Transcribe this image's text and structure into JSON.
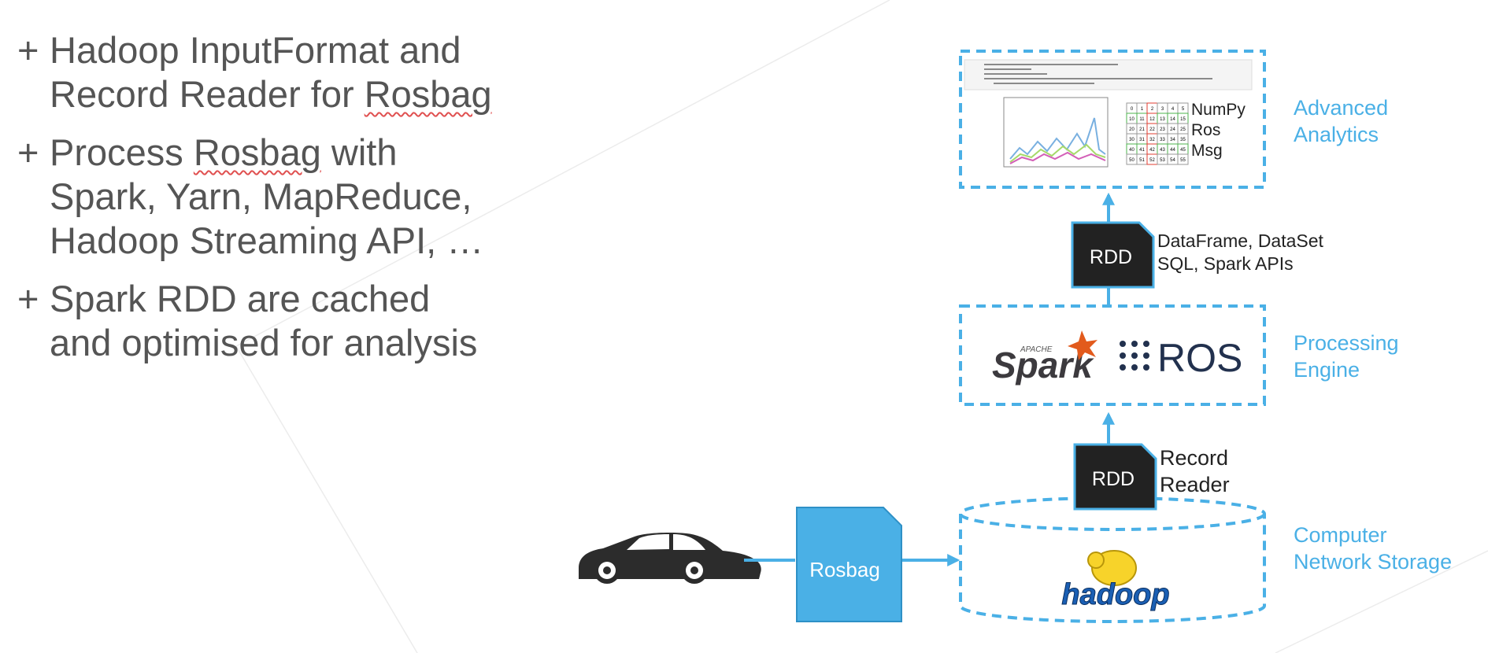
{
  "bullets": [
    {
      "plus": "+",
      "pre": "Hadoop InputFormat and Record Reader for ",
      "underlined": "Rosbag",
      "post": ""
    },
    {
      "plus": "+",
      "pre": "Process ",
      "underlined": "Rosbag",
      "post": " with Spark, Yarn, MapReduce, Hadoop Streaming API, …"
    },
    {
      "plus": "+",
      "pre": "Spark RDD are cached and optimised for analysis",
      "underlined": "",
      "post": ""
    }
  ],
  "layers": {
    "analytics": {
      "line1": "Advanced",
      "line2": "Analytics"
    },
    "processing": {
      "line1": "Processing",
      "line2": "Engine"
    },
    "storage": {
      "line1": "Computer",
      "line2": "Network Storage"
    }
  },
  "rdd_upper": {
    "label": "RDD",
    "side1": "DataFrame, DataSet",
    "side2": "SQL, Spark APIs"
  },
  "rdd_lower": {
    "label": "RDD",
    "side1": "Record",
    "side2": "Reader"
  },
  "rosbag": {
    "label": "Rosbag"
  },
  "analytics_panel": {
    "numpy1": "NumPy",
    "numpy2": "Ros",
    "numpy3": "Msg",
    "matrix": [
      [
        "0",
        "1",
        "2",
        "3",
        "4",
        "5"
      ],
      [
        "10",
        "11",
        "12",
        "13",
        "14",
        "15"
      ],
      [
        "20",
        "21",
        "22",
        "23",
        "24",
        "25"
      ],
      [
        "30",
        "31",
        "32",
        "33",
        "34",
        "35"
      ],
      [
        "40",
        "41",
        "42",
        "43",
        "44",
        "45"
      ],
      [
        "50",
        "51",
        "52",
        "53",
        "54",
        "55"
      ]
    ]
  },
  "logos": {
    "spark_small": "APACHE",
    "spark": "Spark",
    "ros": "ROS",
    "hadoop": "hadoop"
  },
  "colors": {
    "accent": "#4ab0e6",
    "dark_box": "#222222",
    "text_gray": "#555555"
  }
}
